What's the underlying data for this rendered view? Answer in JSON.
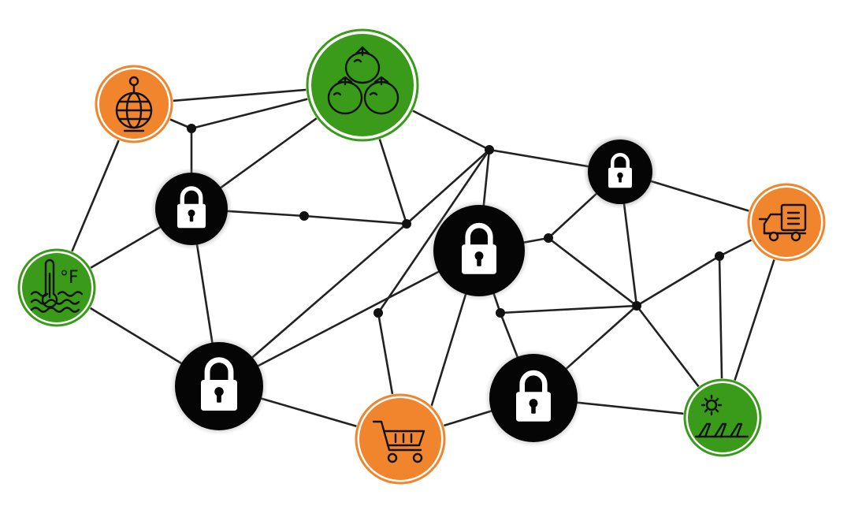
{
  "colors": {
    "background": "#ffffff",
    "orange": "#f0852d",
    "green": "#3a9a1a",
    "black_node": "#050505",
    "edge": "#222222",
    "lock": "#ffffff"
  },
  "nodes": [
    {
      "id": "tomatoes",
      "kind": "green",
      "icon": "tomatoes-icon"
    },
    {
      "id": "globe",
      "kind": "orange",
      "icon": "globe-icon"
    },
    {
      "id": "thermometer",
      "kind": "green",
      "icon": "water-temperature-icon",
      "unit_label": "°F"
    },
    {
      "id": "truck",
      "kind": "orange",
      "icon": "delivery-truck-icon"
    },
    {
      "id": "cart",
      "kind": "orange",
      "icon": "shopping-cart-icon"
    },
    {
      "id": "solar",
      "kind": "green",
      "icon": "solar-panel-icon"
    },
    {
      "id": "lock-1",
      "kind": "black",
      "icon": "lock-icon"
    },
    {
      "id": "lock-2",
      "kind": "black",
      "icon": "lock-icon"
    },
    {
      "id": "lock-3",
      "kind": "black",
      "icon": "lock-icon"
    },
    {
      "id": "lock-4",
      "kind": "black",
      "icon": "lock-icon"
    },
    {
      "id": "lock-5",
      "kind": "black",
      "icon": "lock-icon"
    },
    {
      "id": "lock-6",
      "kind": "black",
      "icon": "lock-icon"
    }
  ]
}
